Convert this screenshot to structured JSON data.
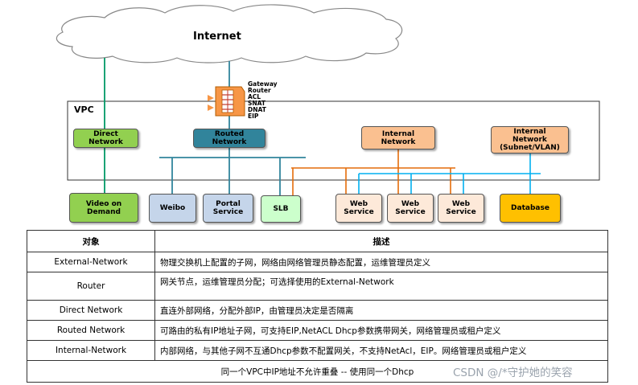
{
  "diagram": {
    "cloud_label": "Internet",
    "vpc_label": "VPC",
    "gateway_features": [
      "Gateway",
      "Router",
      "ACL",
      "SNAT",
      "DNAT",
      "EIP"
    ],
    "networks": {
      "direct": "Direct\nNetwork",
      "routed": "Routed\nNetwork",
      "internal": "Internal\nNetwork",
      "internal_subnet": "Internal\nNetwork\n(Subnet/VLAN)"
    },
    "endpoints": {
      "video": "Video on\nDemand",
      "weibo": "Weibo",
      "portal": "Portal\nService",
      "slb": "SLB",
      "web1": "Web\nService",
      "web2": "Web\nService",
      "web3": "Web\nService",
      "database": "Database"
    },
    "colors": {
      "green": "#92d050",
      "teal": "#31849b",
      "peach": "#fac090",
      "blue_gray": "#c5d5ea",
      "light_green": "#ccffcc",
      "light_peach": "#fde9d9",
      "yellow": "#ffc000",
      "orange_line": "#e46c0a",
      "teal_line": "#31859c",
      "blue_line": "#00b0f0",
      "green_line": "#009966"
    }
  },
  "table": {
    "header_object": "对象",
    "header_desc": "描述",
    "rows": [
      {
        "object": "External-Network",
        "desc": "物理交换机上配置的子网，网络由网络管理员静态配置，运维管理员定义"
      },
      {
        "object": "Router",
        "desc": "网关节点，运维管理员分配；可选择使用的External-Network"
      },
      {
        "object": "Direct Network",
        "desc": "直连外部网络，分配外部IP，由管理员决定是否隔离"
      },
      {
        "object": "Routed Network",
        "desc": "可路由的私有IP地址子网，可支持EIP,NetACL Dhcp参数携带网关，网络管理员或租户定义"
      },
      {
        "object": "Internal-Network",
        "desc": "内部网络，与其他子网不互通Dhcp参数不配置网关，不支持NetAcl，EIP。网络管理员或租户定义"
      }
    ],
    "note": "同一个VPC中IP地址不允许重叠 -- 使用同一个Dhcp"
  },
  "watermark": "CSDN @/*守护她的笑容"
}
